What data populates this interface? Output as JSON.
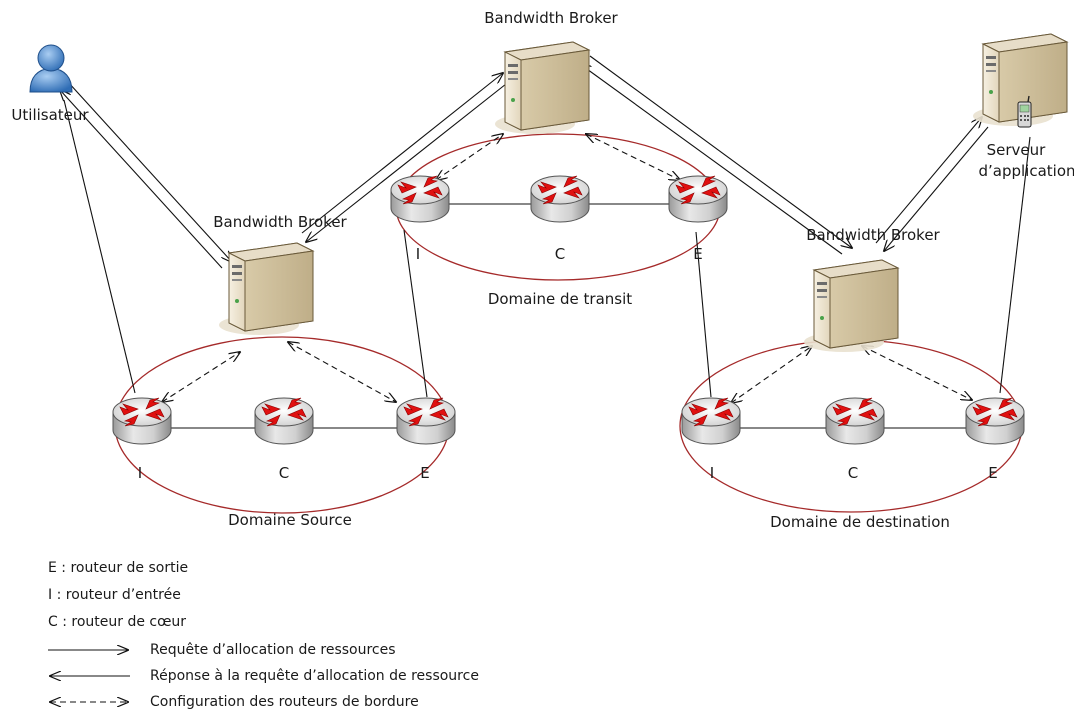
{
  "labels": {
    "bb_transit": "Bandwidth Broker",
    "bb_source": "Bandwidth Broker",
    "bb_dest": "Bandwidth Broker",
    "user": "Utilisateur",
    "server_line1": "Serveur",
    "server_line2": "d’application",
    "domain_source": "Domaine Source",
    "domain_transit": "Domaine de transit",
    "domain_dest": "Domaine de destination",
    "src_i": "I",
    "src_c": "C",
    "src_e": "E",
    "tr_i": "I",
    "tr_c": "C",
    "tr_e": "E",
    "dst_i": "I",
    "dst_c": "C",
    "dst_e": "E"
  },
  "legend": {
    "e": "E : routeur de sortie",
    "i": "I : routeur d’entrée",
    "c": "C : routeur de cœur",
    "request": "Requête d’allocation de ressources",
    "response": "Réponse à la requête d’allocation de ressource",
    "config": "Configuration des routeurs de bordure"
  },
  "colors": {
    "domain_ellipse": "#a52a2a",
    "router_arrow": "#e01010",
    "server_body": "#efe6d4"
  }
}
